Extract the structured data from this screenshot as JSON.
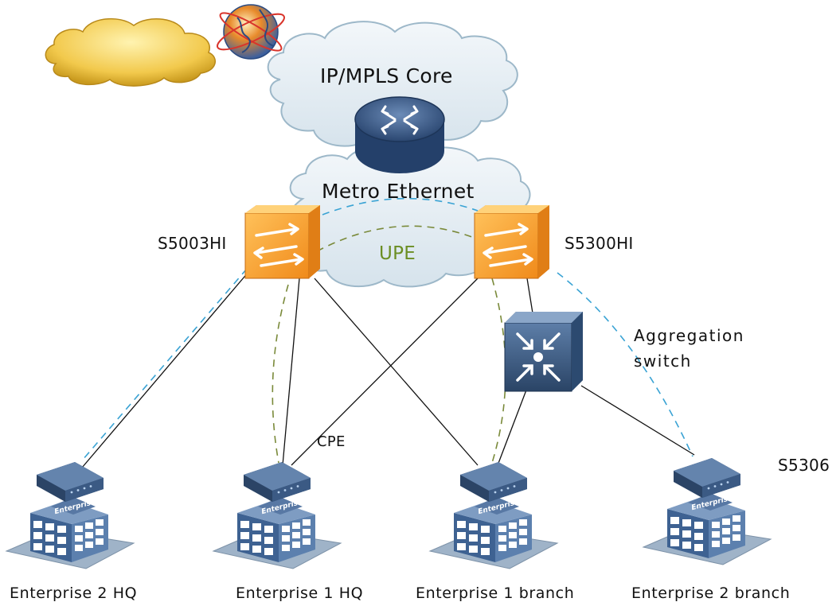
{
  "diagram": {
    "core_cloud_label": "IP/MPLS Core",
    "metro_cloud_label": "Metro Ethernet",
    "upe_label": "UPE",
    "switches": {
      "left": "S5003HI",
      "right": "S5300HI"
    },
    "aggregation_label_line1": "Aggregation",
    "aggregation_label_line2": "switch",
    "cpe_label": "CPE",
    "s5306_label": "S5306",
    "building_sign": "Enterprise",
    "sites": [
      "Enterprise 2  HQ",
      "Enterprise 1 HQ",
      "Enterprise 1 branch",
      "Enterprise 2  branch"
    ]
  },
  "colors": {
    "cloud_fill": "#e4edf3",
    "cloud_stroke": "#9db8c9",
    "internet_cloud": "#f2c94c",
    "switch_orange": "#f59a23",
    "device_navy": "#2e4a6b",
    "dashed_blue": "#3aa3d4",
    "dashed_green": "#7a8a3a"
  },
  "icons": [
    "internet-cloud-icon",
    "globe-icon",
    "core-router-icon",
    "layer2-switch-icon",
    "aggregation-switch-icon",
    "cpe-modem-icon",
    "enterprise-building-icon"
  ]
}
